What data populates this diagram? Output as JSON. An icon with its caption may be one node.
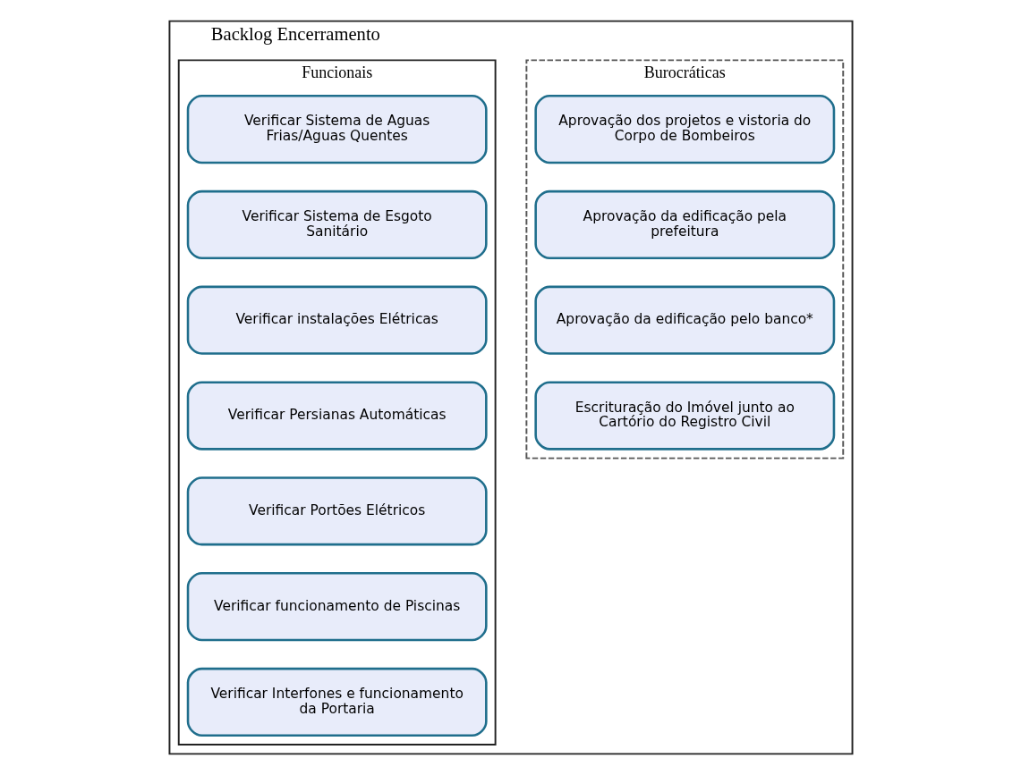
{
  "diagram": {
    "nodes": [
      {
        "text": [
          "Backlog Encerramento"
        ]
      },
      {
        "text": [
          "Funcionais"
        ],
        "in": 0
      },
      {
        "text": [
          "Verificar Sistema de Aguas Frias/Aguas Quentes"
        ],
        "in": 1
      },
      {
        "text": [
          "Verificar Sistema de Esgoto Sanitário"
        ],
        "in": 1
      },
      {
        "text": [
          "Verificar instalações Elétricas"
        ],
        "in": 1
      },
      {
        "text": [
          "Verificar Persianas Automáticas"
        ],
        "in": 1
      },
      {
        "text": [
          "Verificar Portões Elétricos"
        ],
        "in": 1
      },
      {
        "text": [
          "Verificar funcionamento de Piscinas"
        ],
        "in": 1
      },
      {
        "text": [
          "Verificar Interfones e funcionamento da Portaria"
        ],
        "in": 1
      },
      {
        "text": [
          "Burocráticas"
        ],
        "in": 0
      },
      {
        "text": [
          "Aprovação dos projetos e vistoria do Corpo de Bombeiros"
        ],
        "in": 9
      },
      {
        "text": [
          "Aprovação da edificação pela prefeitura"
        ],
        "in": 9
      },
      {
        "text": [
          "Aprovação da edificação pelo banco*"
        ],
        "in": 9
      },
      {
        "text": [
          "Escrituração do Imóvel junto ao Cartório do Registro Civil"
        ],
        "in": 9
      }
    ],
    "edges": []
  }
}
